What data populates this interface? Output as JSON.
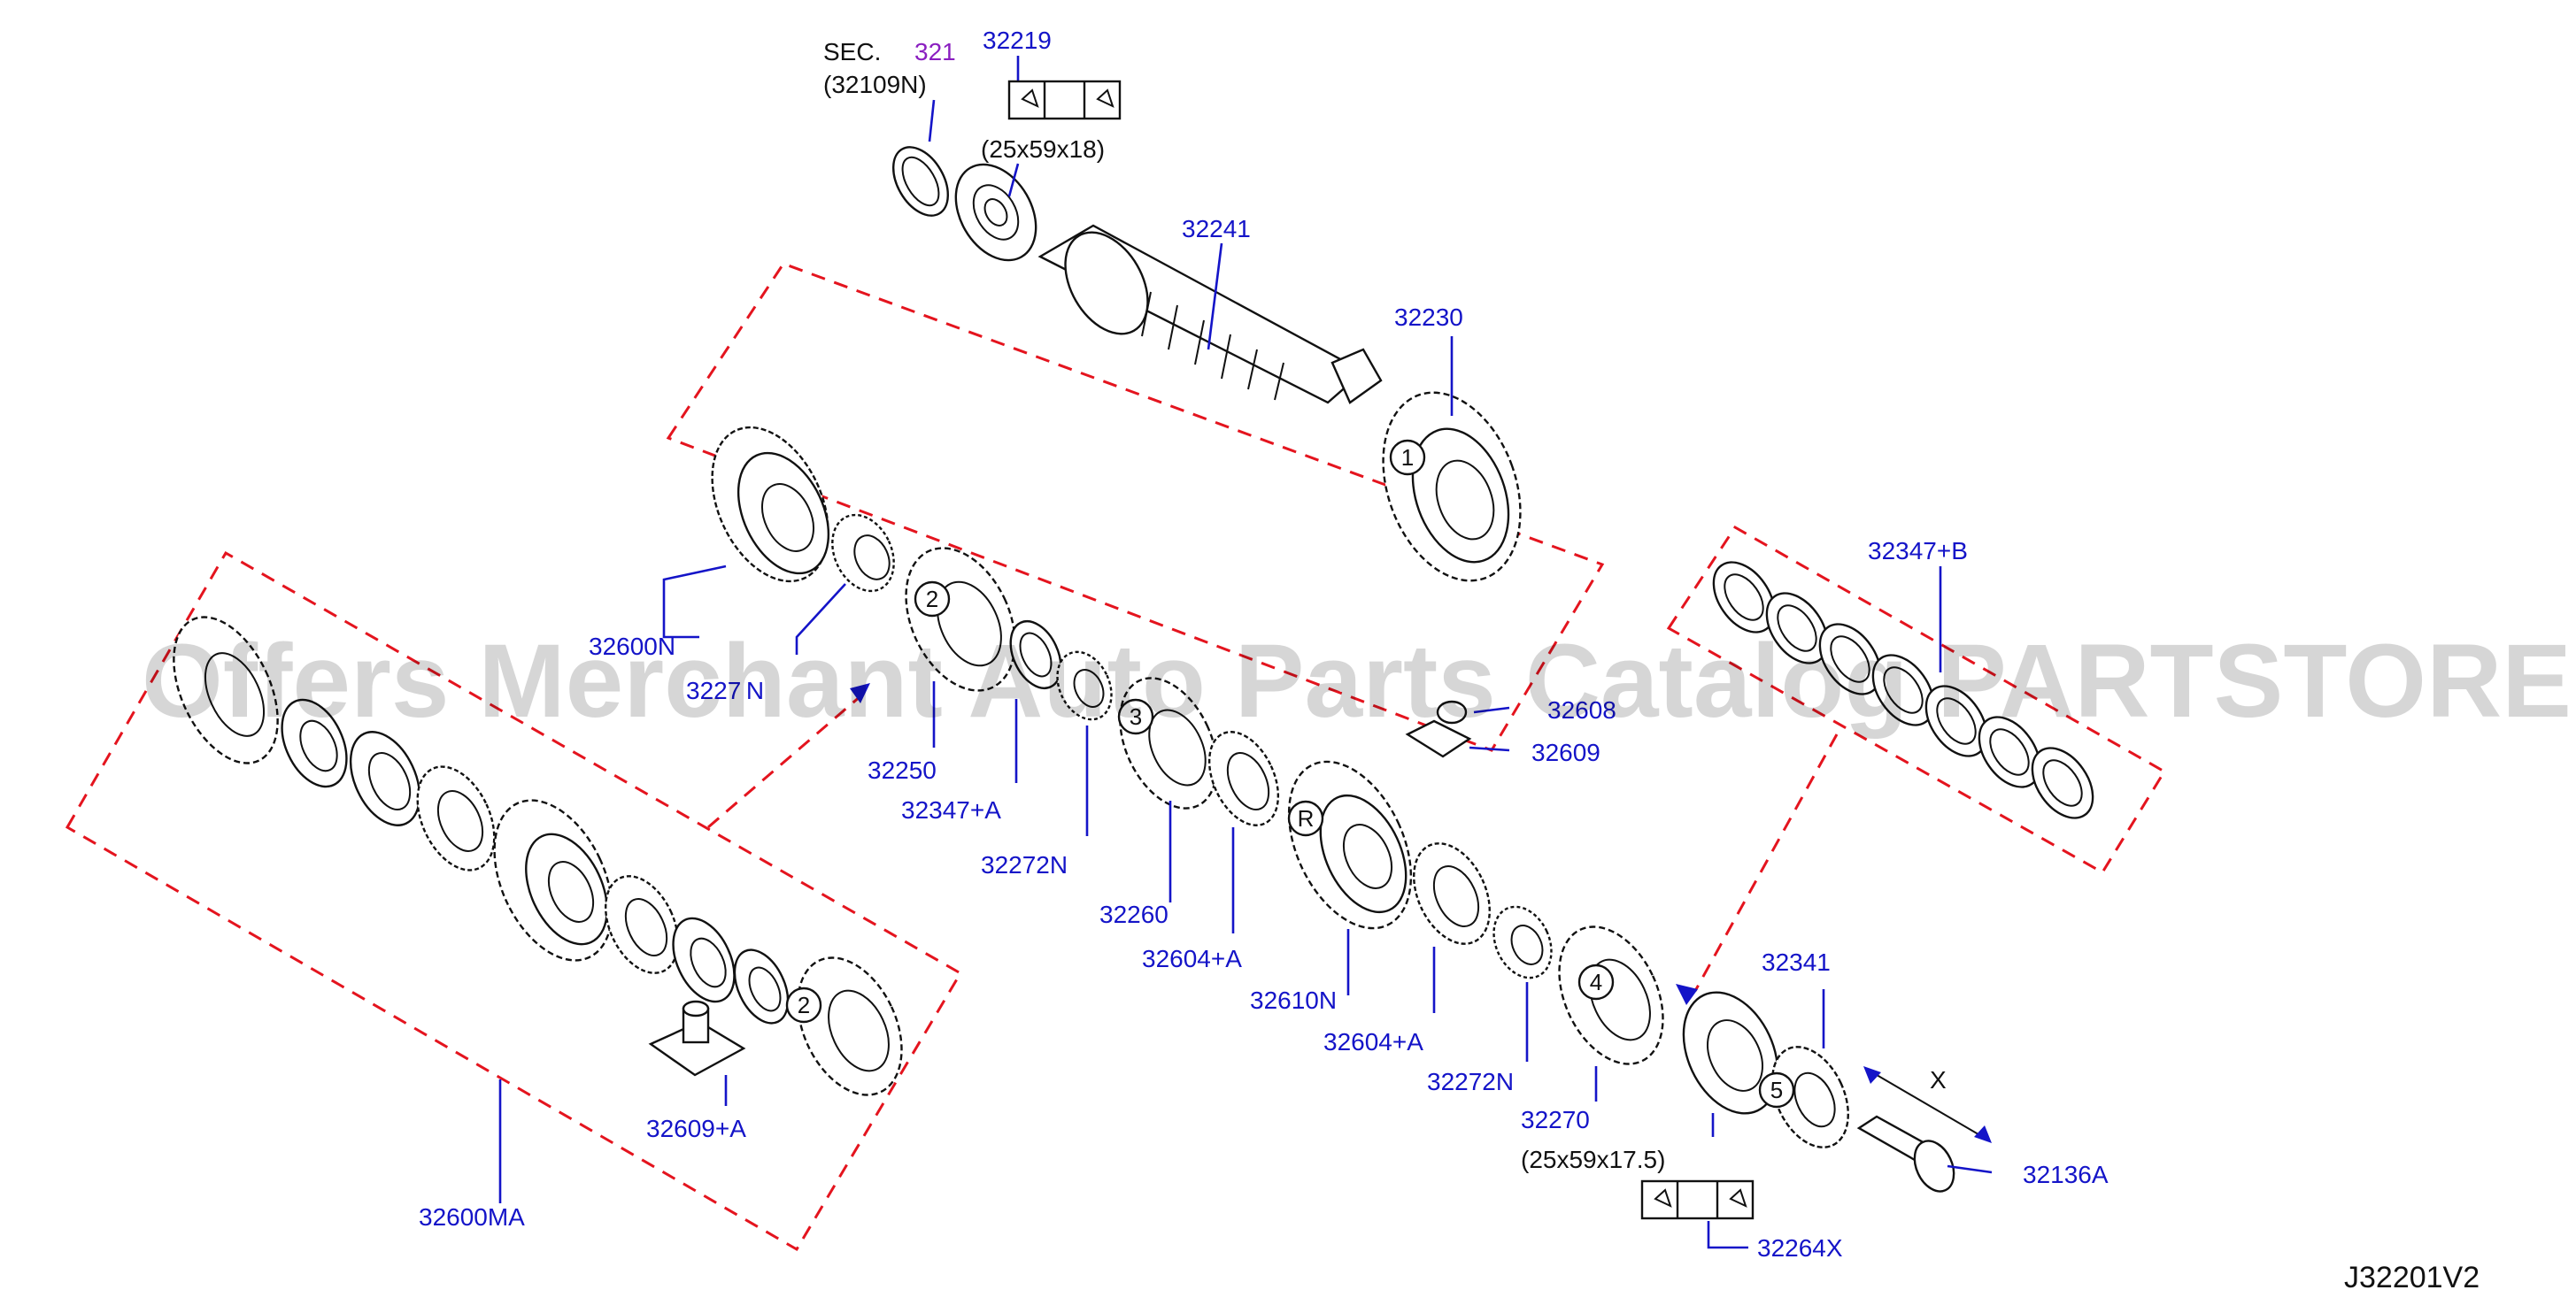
{
  "diagram": {
    "reference_code": "J32201V2",
    "watermark": "Offers Merchant Auto Parts Catalog PARTSTORE.SA",
    "section_note": {
      "prefix": "SEC.",
      "number": "321",
      "sub": "(32109N)"
    },
    "bearing_top_size": "(25x59x18)",
    "bearing_bottom_size": "(25x59x17.5)",
    "axis_mark": "X",
    "callouts": {
      "c32219": "32219",
      "c32241": "32241",
      "c32230": "32230",
      "c32600n": "32600N",
      "c3227x": "3227 N",
      "c32250": "32250",
      "c32347a": "32347+A",
      "c32272n_a": "32272N",
      "c32260": "32260",
      "c32604a_a": "32604+A",
      "c32610n": "32610N",
      "c32604a_b": "32604+A",
      "c32272n_b": "32272N",
      "c32270": "32270",
      "c32608": "32608",
      "c32609": "32609",
      "c32347b": "32347+B",
      "c32341": "32341",
      "c32136a": "32136A",
      "c32264x": "32264X",
      "c32609a": "32609+A",
      "c32600ma": "32600MA"
    },
    "position_markers": [
      "1",
      "2",
      "3",
      "R",
      "4",
      "5",
      "2"
    ]
  }
}
